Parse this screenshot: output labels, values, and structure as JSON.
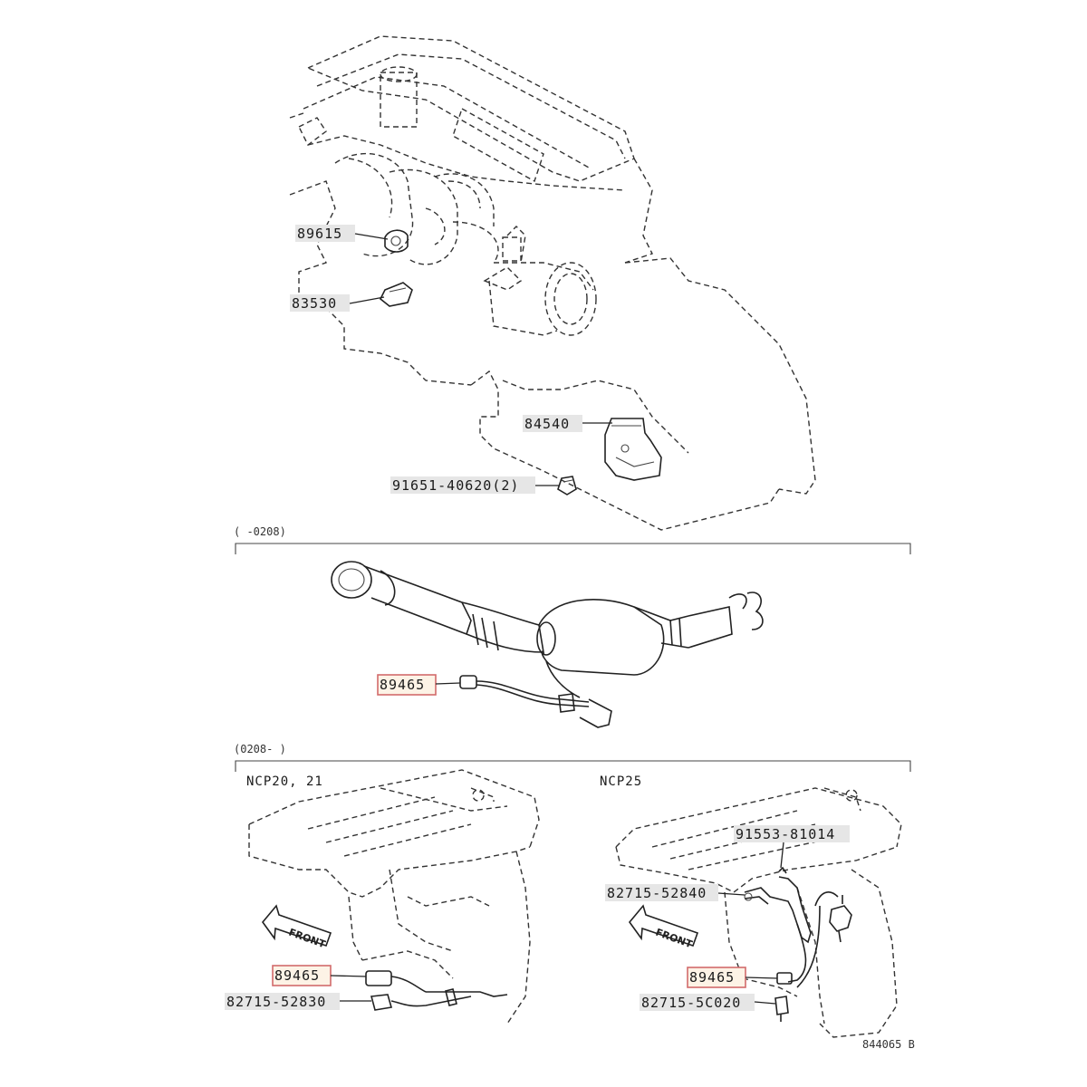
{
  "parts": {
    "engine_top": [
      "89615",
      "83530",
      "84540",
      "91651-40620(2)"
    ],
    "range_early": {
      "header": "(     -0208)",
      "part": "89465"
    },
    "range_late": {
      "header": "(0208-     )"
    },
    "variant_left": {
      "title": "NCP20, 21",
      "part": "89465",
      "harness": "82715-52830",
      "front": "FRONT"
    },
    "variant_right": {
      "title": "NCP25",
      "bolt": "91553-81014",
      "clamp": "82715-52840",
      "part": "89465",
      "harness": "82715-5C020",
      "front": "FRONT"
    }
  },
  "highlight_part": "89465",
  "highlight_color": "#d26b6b",
  "figure_code": "844065 B"
}
